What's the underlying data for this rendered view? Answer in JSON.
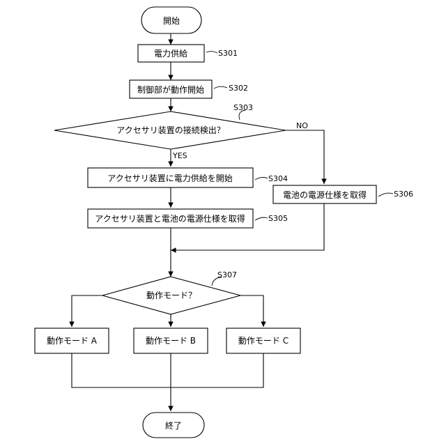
{
  "start": "開始",
  "end": "終了",
  "steps": {
    "s301": {
      "label": "電力供給",
      "id": "S301"
    },
    "s302": {
      "label": "制御部が動作開始",
      "id": "S302"
    },
    "s303": {
      "label": "アクセサリ装置の接続検出？",
      "id": "S303"
    },
    "s304": {
      "label": "アクセサリ装置に電力供給を開始",
      "id": "S304"
    },
    "s305": {
      "label": "アクセサリ装置と電池の電源仕様を取得",
      "id": "S305"
    },
    "s306": {
      "label": "電池の電源仕様を取得",
      "id": "S306"
    },
    "s307": {
      "label": "動作モード？",
      "id": "S307"
    }
  },
  "branches": {
    "yes": "YES",
    "no": "NO"
  },
  "modes": {
    "a": "動作モード A",
    "b": "動作モード B",
    "c": "動作モード C"
  }
}
